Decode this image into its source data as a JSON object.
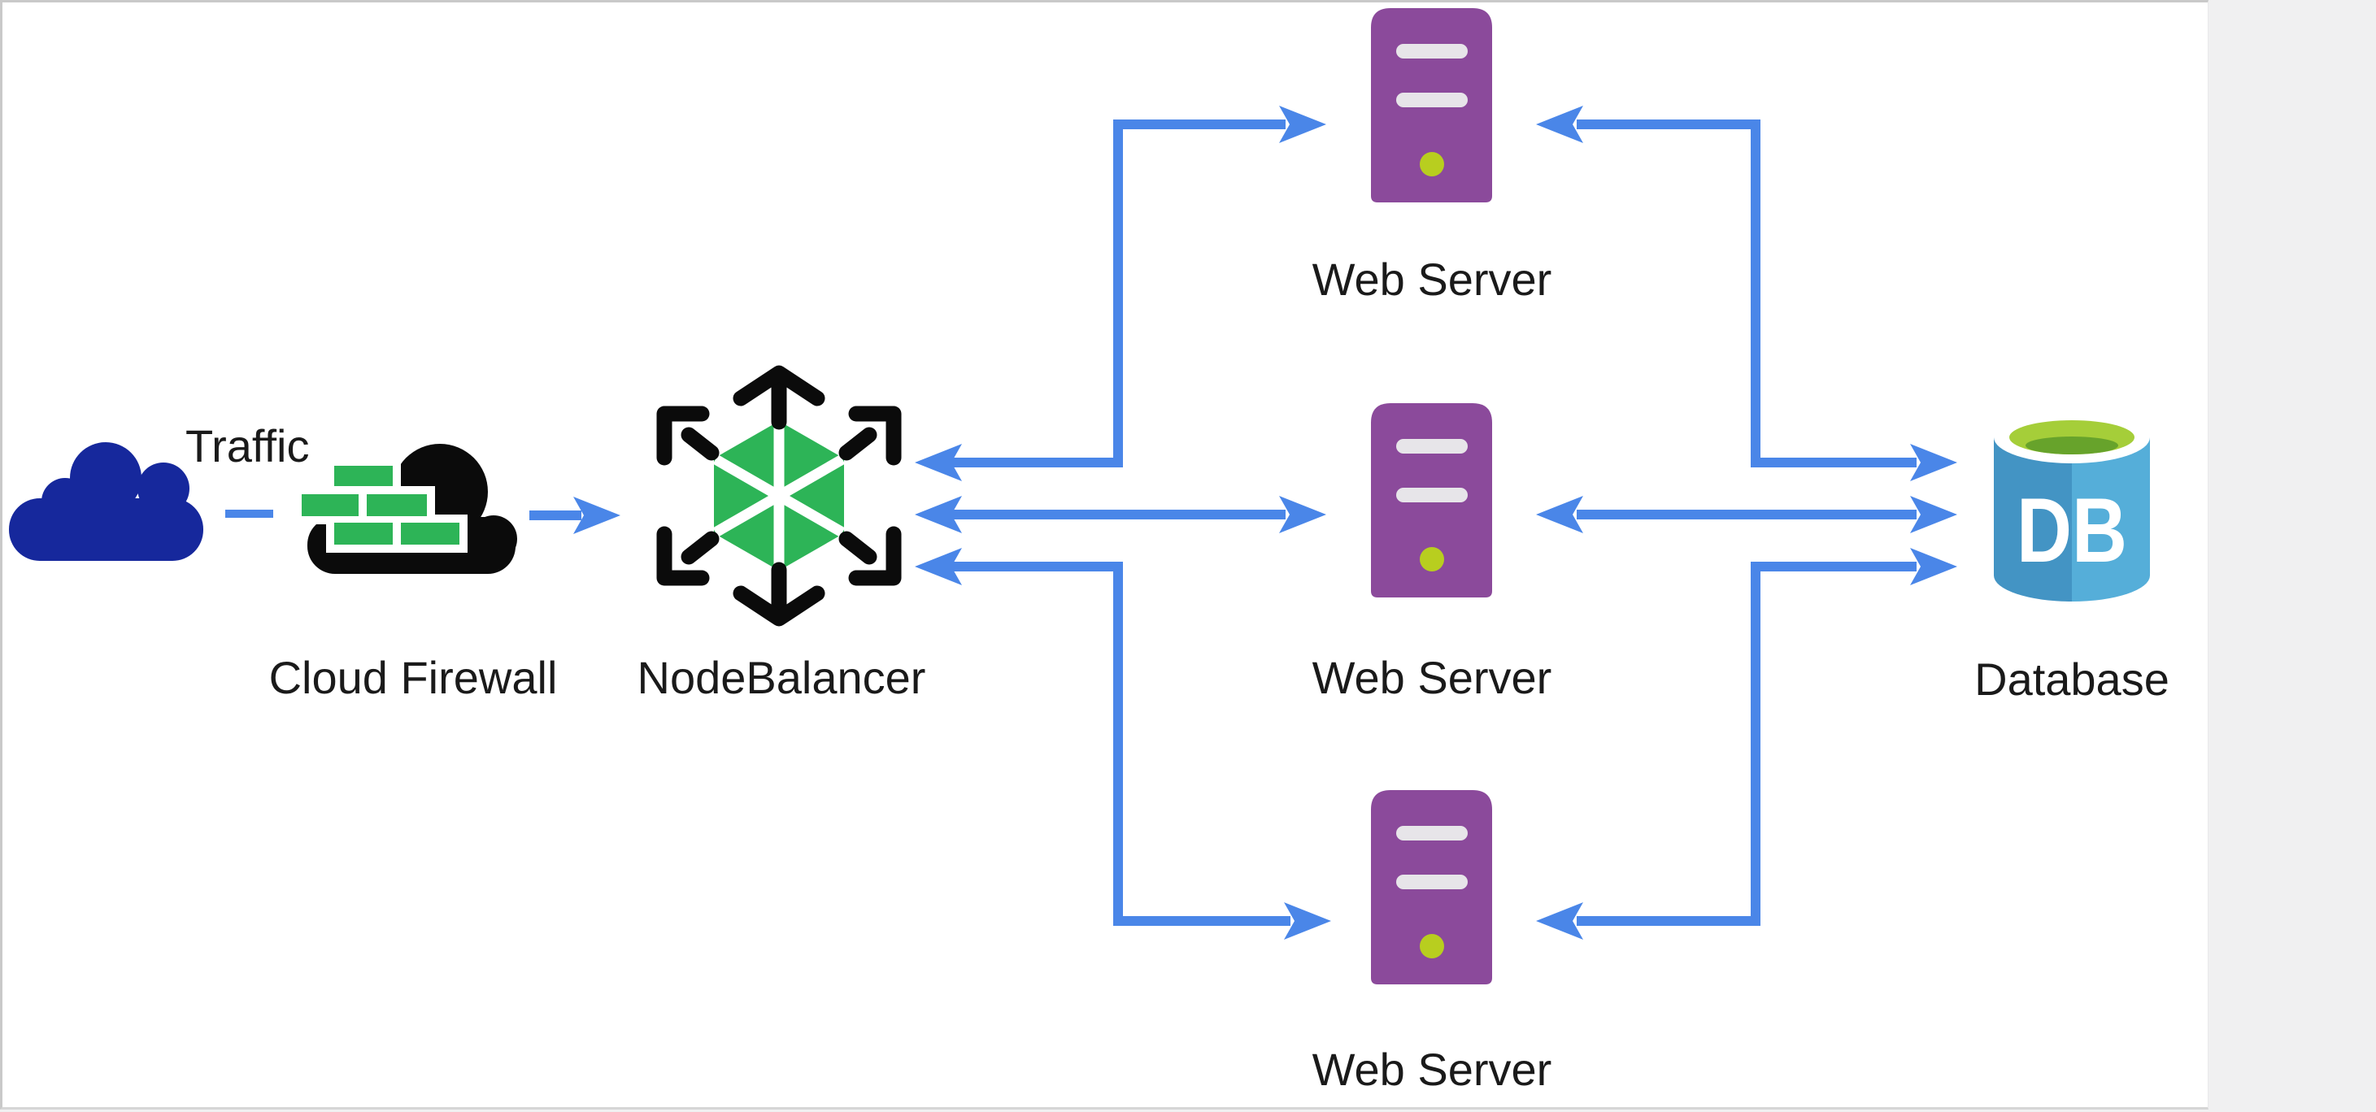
{
  "page": {
    "background_color": "#f0f0f1",
    "canvas_color": "#ffffff",
    "canvas_border_color": "#c9c9c9"
  },
  "colors": {
    "arrow_blue": "#4a86e8",
    "traffic_cloud_navy": "#16289c",
    "firewall_black": "#0b0b0b",
    "brick_green": "#2db457",
    "balancer_hex_green": "#2db457",
    "balancer_arrow_black": "#0b0b0b",
    "server_purple": "#8b4a9b",
    "server_bar_gray": "#e7e5e9",
    "server_led_lime": "#b8ce1f",
    "db_body_dark_blue": "#4394c4",
    "db_body_light_blue": "#55aed9",
    "db_top_lime": "#a5ce39",
    "db_top_shadow_green": "#67a32b",
    "label_color": "#1a1a1a"
  },
  "nodes": {
    "traffic": {
      "label": "Traffic",
      "icon": "cloud"
    },
    "firewall": {
      "label": "Cloud Firewall",
      "icon": "cloud-brick-wall"
    },
    "nodebalancer": {
      "label": "NodeBalancer",
      "icon": "hexagon-six-arrows"
    },
    "web_server_top": {
      "label": "Web Server",
      "icon": "server-tower"
    },
    "web_server_middle": {
      "label": "Web Server",
      "icon": "server-tower"
    },
    "web_server_bottom": {
      "label": "Web Server",
      "icon": "server-tower"
    },
    "database": {
      "label": "Database",
      "icon": "database-cylinder",
      "badge": "DB"
    }
  },
  "edges": [
    {
      "from": "Traffic",
      "to": "Cloud Firewall",
      "style": "dashed-link"
    },
    {
      "from": "Cloud Firewall",
      "to": "NodeBalancer",
      "style": "arrow-right"
    },
    {
      "from": "NodeBalancer",
      "to": "Web Server (top)",
      "style": "double-headed-bent"
    },
    {
      "from": "NodeBalancer",
      "to": "Web Server (middle)",
      "style": "double-headed-straight"
    },
    {
      "from": "NodeBalancer",
      "to": "Web Server (bottom)",
      "style": "double-headed-bent"
    },
    {
      "from": "Web Server (top)",
      "to": "Database",
      "style": "double-headed-bent"
    },
    {
      "from": "Web Server (middle)",
      "to": "Database",
      "style": "double-headed-straight"
    },
    {
      "from": "Web Server (bottom)",
      "to": "Database",
      "style": "double-headed-bent"
    }
  ]
}
